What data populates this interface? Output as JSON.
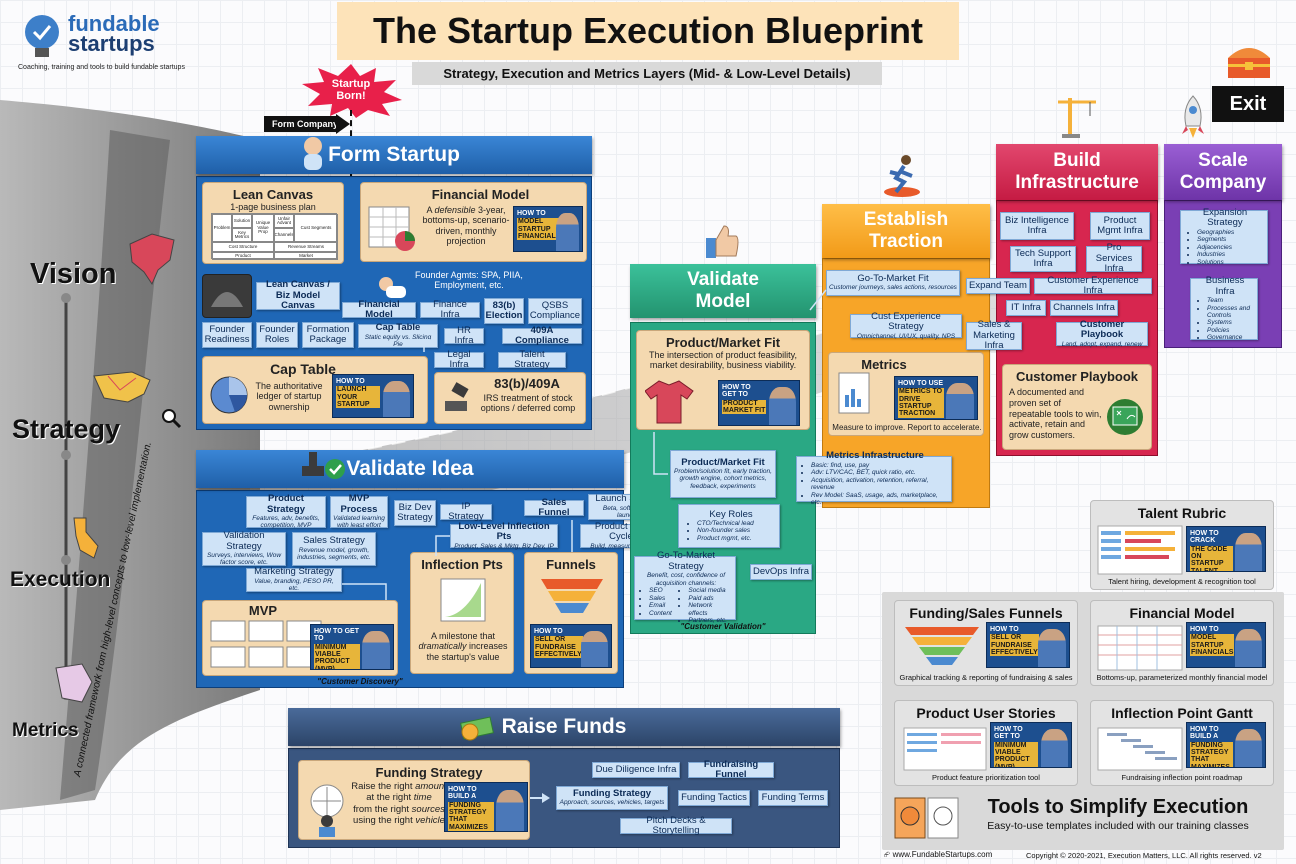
{
  "brand": {
    "name_line1": "fundable",
    "name_line2": "startups",
    "tagline": "Coaching, training and tools to build fundable startups"
  },
  "header": {
    "title": "The Startup Execution Blueprint",
    "subtitle": "Strategy, Execution and Metrics Layers (Mid- & Low-Level Details)"
  },
  "exit_label": "Exit",
  "start": {
    "badge": "Startup Born!",
    "form_company": "Form Company"
  },
  "layers": {
    "vision": "Vision",
    "strategy": "Strategy",
    "execution": "Execution",
    "metrics": "Metrics",
    "side_text": "A connected framework from high-level concepts to low-level implementation."
  },
  "form_startup": {
    "title": "Form Startup",
    "lean_canvas": {
      "title": "Lean Canvas",
      "subtitle": "1-page business plan",
      "cells": [
        "Problem",
        "Solution",
        "Key Metrics",
        "Unique Value Prop",
        "Unfair Advant",
        "Channels",
        "Cust Segments",
        "Cost Structure",
        "Revenue Streams",
        "Product",
        "Market"
      ]
    },
    "financial_model": {
      "title": "Financial Model",
      "desc_pre": "A ",
      "desc_em": "defensible",
      "desc_post": " 3-year, bottoms-up, scenario-driven, monthly projection"
    },
    "founder_agmts": "Founder Agmts: SPA, PIIA, Employment, etc.",
    "lean_canvas_node": "Lean Canvas / Biz Model Canvas",
    "financial_model_node": "Financial Model",
    "finance_infra": "Finance Infra",
    "e83b": "83(b) Election",
    "qsbs": "QSBS Compliance",
    "founder_readiness": "Founder Readiness",
    "founder_roles": "Founder Roles",
    "formation_package": "Formation Package",
    "cap_table_node": {
      "title": "Cap Table",
      "sub": "Static equity vs. Slicing Pie"
    },
    "hr_infra": "HR Infra",
    "c409a": "409A Compliance",
    "legal_infra": "Legal Infra",
    "talent_strategy": "Talent Strategy",
    "cap_table": {
      "title": "Cap Table",
      "desc": "The authoritative ledger of startup ownership"
    },
    "b83": {
      "title": "83(b)/409A",
      "desc": "IRS treatment of stock options / deferred comp"
    }
  },
  "validate_idea": {
    "title": "Validate Idea",
    "product_strategy": {
      "title": "Product Strategy",
      "sub": "Features, adv, benefits, competition, MVP"
    },
    "mvp_process": {
      "title": "MVP Process",
      "sub": "Validated learning with least effort"
    },
    "biz_dev": "Biz Dev Strategy",
    "ip_strategy": "IP Strategy",
    "sales_funnel": "Sales Funnel",
    "launch_strategy": {
      "title": "Launch Strategy",
      "sub": "Beta, soft, & public launches"
    },
    "validation_strategy": {
      "title": "Validation Strategy",
      "sub": "Surveys, interviews, Wow factor score, etc."
    },
    "sales_strategy": {
      "title": "Sales Strategy",
      "sub": "Revenue model, growth, industries, segments, etc."
    },
    "low_level": {
      "title": "Low-Level Inflection Pts",
      "sub": "Product, Sales & Mktg, Biz Dev, IP"
    },
    "product_dev": {
      "title": "Product Dev Cycle",
      "sub": "Build, measure, learn"
    },
    "marketing": {
      "title": "Marketing Strategy",
      "sub": "Value, branding, PESO PR, etc."
    },
    "inflection": {
      "title": "Inflection Pts",
      "desc_pre": "A milestone that ",
      "desc_em": "dramatically",
      "desc_post": " increases the startup's value"
    },
    "funnels": "Funnels",
    "mvp": "MVP",
    "footer": "\"Customer Discovery\""
  },
  "validate_model": {
    "title": "Validate Model",
    "pmf": {
      "title": "Product/Market Fit",
      "desc": "The intersection of product feasibility, market desirability, business viability."
    },
    "pmf_node": {
      "title": "Product/Market Fit",
      "sub": "Problem/solution fit, early traction, growth engine, cohort metrics, feedback, experiments"
    },
    "key_roles": {
      "title": "Key Roles",
      "items": [
        "CTO/Technical lead",
        "Non-founder sales",
        "Product mgmt, etc."
      ]
    },
    "gtm": {
      "title": "Go-To-Market Strategy",
      "sub": "Benefit, cost, confidence of acquisition channels:",
      "col1": [
        "SEO",
        "Sales",
        "Email",
        "Content"
      ],
      "col2": [
        "Social media",
        "Paid ads",
        "Network effects",
        "Partners, etc."
      ]
    },
    "devops": "DevOps Infra",
    "footer": "\"Customer Validation\""
  },
  "traction": {
    "title": "Establish Traction",
    "gtm_fit": {
      "title": "Go-To-Market Fit",
      "sub": "Customer journeys, sales actions, resources"
    },
    "cx": {
      "title": "Cust Experience Strategy",
      "sub": "Omnichannel, UI/UX, quality, NPS"
    },
    "metrics": {
      "title": "Metrics",
      "desc": "Measure to improve. Report to accelerate."
    },
    "metrics_infra": {
      "title": "Metrics Infrastructure",
      "items": [
        "Basic: find, use, pay",
        "Adv: LTV/CAC, BET, quick ratio, etc.",
        "Acquisition, activation, retention, referral, revenue",
        "Rev Model: SaaS, usage, ads, marketplace, etc."
      ]
    }
  },
  "infrastructure": {
    "title": "Build Infrastructure",
    "biz_intel": "Biz Intelligence Infra",
    "product_mgmt": "Product Mgmt Infra",
    "tech_support": "Tech Support Infra",
    "pro_services": "Pro Services Infra",
    "expand_team": "Expand Team",
    "cx_infra": "Customer Experience Infra",
    "it_infra": "IT Infra",
    "channels_infra": "Channels Infra",
    "sales_mktg": "Sales & Marketing Infra",
    "cust_playbook_node": {
      "title": "Customer Playbook",
      "sub": "Land, adopt, expand, renew"
    },
    "cust_playbook": {
      "title": "Customer Playbook",
      "desc": "A documented and proven set of repeatable tools to win, activate, retain and grow customers."
    }
  },
  "scale": {
    "title": "Scale Company",
    "expansion": {
      "title": "Expansion Strategy",
      "items": [
        "Geographies",
        "Segments",
        "Adjacencies",
        "Industries",
        "Solutions"
      ]
    },
    "biz_infra": {
      "title": "Business Infra",
      "items": [
        "Team",
        "Processes and Controls",
        "Systems",
        "Policies",
        "Governance"
      ]
    }
  },
  "raise_funds": {
    "title": "Raise Funds",
    "funding_strategy": {
      "title": "Funding Strategy",
      "l1a": "Raise the right ",
      "l1b": "amount",
      "l2a": "at the right ",
      "l2b": "time",
      "l3a": "from the right ",
      "l3b": "sources",
      "l4a": "using the right ",
      "l4b": "vehicle"
    },
    "fs_node": {
      "title": "Funding Strategy",
      "sub": "Approach, sources, vehicles, targets"
    },
    "due_diligence": "Due Diligence Infra",
    "fundraising_funnel": "Fundraising Funnel",
    "funding_tactics": "Funding Tactics",
    "funding_terms": "Funding Terms",
    "pitch_decks": "Pitch Decks & Storytelling"
  },
  "thumbs": {
    "fm": {
      "small": "HOW TO",
      "big": "MODEL STARTUP FINANCIALS"
    },
    "cap": {
      "small": "HOW TO",
      "big": "LAUNCH YOUR STARTUP"
    },
    "mvp": {
      "small": "HOW TO GET TO",
      "big": "MINIMUM VIABLE PRODUCT (MVP)"
    },
    "sell": {
      "small": "HOW TO",
      "big": "SELL OR FUNDRAISE EFFECTIVELY"
    },
    "pmf": {
      "small": "HOW TO GET TO",
      "big": "PRODUCT MARKET FIT"
    },
    "metrics": {
      "small": "HOW TO USE",
      "big": "METRICS TO DRIVE STARTUP TRACTION"
    },
    "funding": {
      "small": "HOW TO BUILD A",
      "big": "FUNDING STRATEGY THAT MAXIMIZES STARTUP VALUE"
    },
    "talent": {
      "small": "HOW TO CRACK",
      "big": "THE CODE ON STARTUP TALENT"
    }
  },
  "tools": {
    "talent": {
      "title": "Talent Rubric",
      "cap": "Talent hiring, development & recognition tool"
    },
    "funnels": {
      "title": "Funding/Sales Funnels",
      "cap": "Graphical tracking & reporting of fundraising & sales"
    },
    "fin": {
      "title": "Financial Model",
      "cap": "Bottoms-up, parameterized monthly financial model"
    },
    "stories": {
      "title": "Product User Stories",
      "cap": "Product feature prioritization tool"
    },
    "gantt": {
      "title": "Inflection Point Gantt",
      "cap": "Fundraising inflection point roadmap"
    },
    "heading": "Tools to Simplify Execution",
    "sub": "Easy-to-use templates included with our training classes"
  },
  "footer": {
    "url": "www.FundableStartups.com",
    "copyright": "Copyright © 2020-2021, Execution Matters, LLC. All rights reserved. v2"
  },
  "colors": {
    "form": "#1f67b6",
    "traction": "#f7a528",
    "infra": "#d7264f",
    "scale": "#7a3fb4",
    "validate_model": "#2aa884",
    "raise": "#2f4a74"
  },
  "icons": [
    "lightbulb-icon",
    "baby-icon",
    "thumbs-up-icon",
    "runner-icon",
    "crane-icon",
    "rocket-icon",
    "treasure-chest-icon",
    "stamp-icon",
    "checkmark-icon",
    "money-icon",
    "magnifier-icon"
  ]
}
